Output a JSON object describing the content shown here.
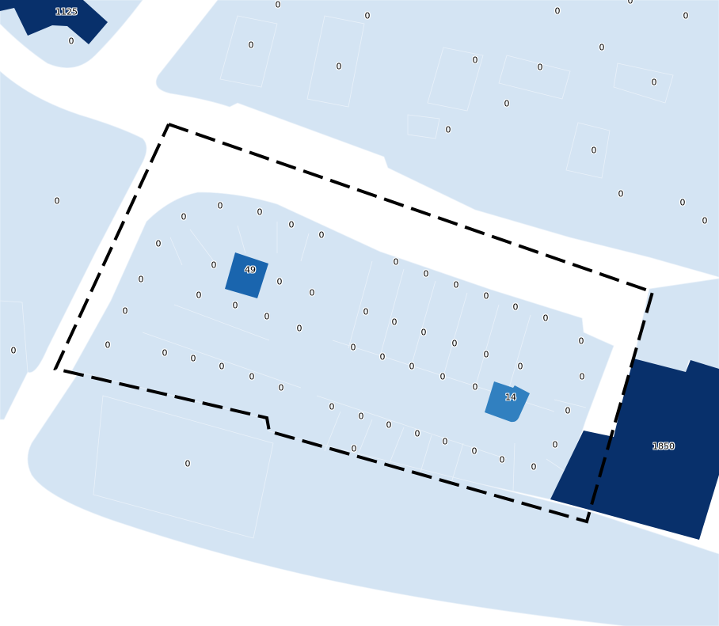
{
  "map": {
    "colors": {
      "zero": "#d4e4f3",
      "low": "#3180c0",
      "mid": "#1a65ae",
      "high": "#08306b",
      "boundary": "#000000"
    },
    "highlighted_parcels": [
      {
        "id": "parcel-1125",
        "value": "1125",
        "zero_value": "0"
      },
      {
        "id": "parcel-49",
        "value": "49"
      },
      {
        "id": "parcel-14",
        "value": "14"
      },
      {
        "id": "parcel-1850",
        "value": "1850"
      }
    ],
    "labels": [
      "0",
      "0",
      "0",
      "0",
      "0",
      "0",
      "0",
      "0",
      "0",
      "0",
      "0",
      "0",
      "0",
      "0",
      "0",
      "0",
      "0",
      "0",
      "0",
      "0",
      "0",
      "0",
      "0",
      "0",
      "0",
      "0",
      "0",
      "0",
      "0",
      "0",
      "0",
      "0",
      "0",
      "0",
      "0",
      "0",
      "0",
      "0",
      "0",
      "0",
      "0",
      "0",
      "0",
      "0",
      "0",
      "0",
      "0",
      "0",
      "0",
      "0",
      "0",
      "0",
      "0",
      "0",
      "0",
      "0",
      "0",
      "0",
      "0",
      "0",
      "0",
      "0",
      "0",
      "0",
      "0",
      "0",
      "0",
      "0",
      "0",
      "0",
      "0"
    ]
  }
}
